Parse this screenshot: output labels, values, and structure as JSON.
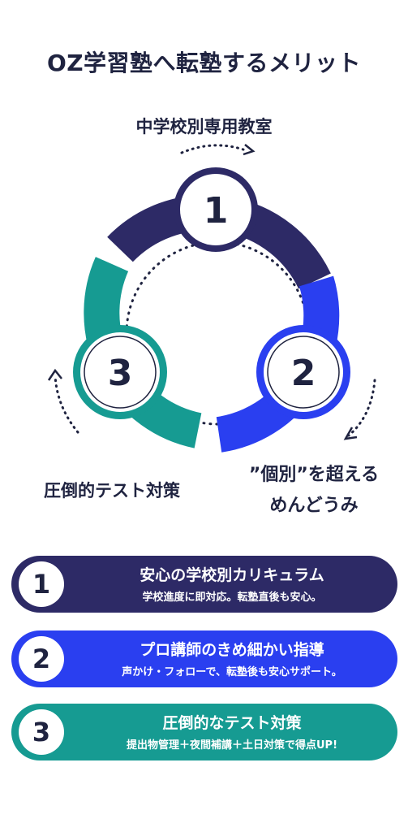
{
  "title": "OZ学習塾へ転塾するメリット",
  "cycle": {
    "nodes": [
      {
        "number": "1",
        "label": "中学校別専用教室",
        "color": "#2d2a66"
      },
      {
        "number": "2",
        "label_lines": [
          "”個別”を超える",
          "めんどうみ"
        ],
        "color": "#2a3ff0"
      },
      {
        "number": "3",
        "label": "圧倒的テスト対策",
        "color": "#169b92"
      }
    ]
  },
  "benefits": [
    {
      "number": "1",
      "title": "安心の学校別カリキュラム",
      "subtitle": "学校進度に即対応。転塾直後も安心。",
      "color": "#2d2a66"
    },
    {
      "number": "2",
      "title": "プロ講師のきめ細かい指導",
      "subtitle": "声かけ・フォローで、転塾後も安心サポート。",
      "color": "#2a3ff0"
    },
    {
      "number": "3",
      "title": "圧倒的なテスト対策",
      "subtitle": "提出物管理＋夜間補講＋土日対策で得点UP!",
      "color": "#169b92"
    }
  ]
}
